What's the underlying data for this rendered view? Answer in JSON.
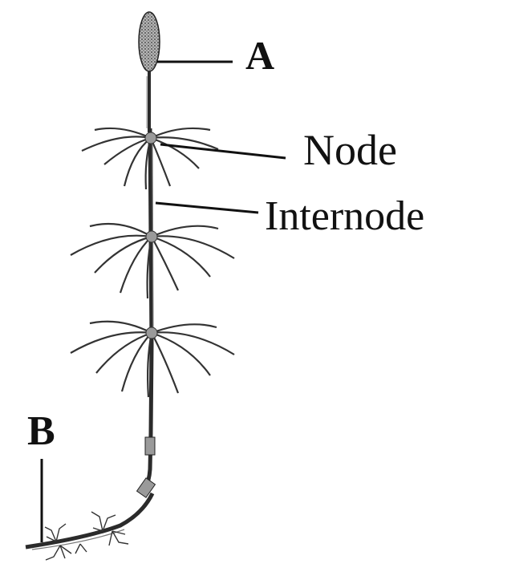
{
  "labels": {
    "a": "A",
    "node": "Node",
    "internode": "Internode",
    "b": "B"
  },
  "colors": {
    "ink": "#111111",
    "stem": "#2b2b2b",
    "shade": "#8a8a8a",
    "background": "#ffffff"
  }
}
